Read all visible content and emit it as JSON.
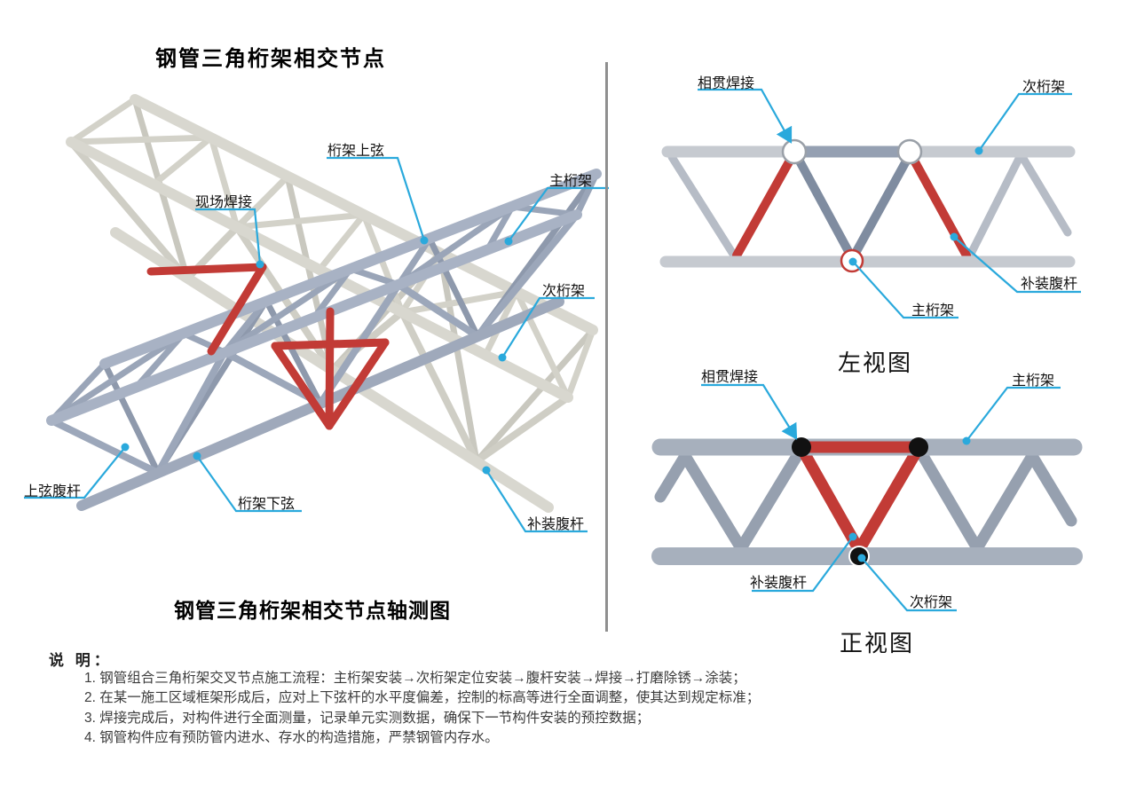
{
  "title": "钢管三角桁架相交节点",
  "axon_view": {
    "caption": "钢管三角桁架相交节点轴测图",
    "labels": {
      "field_weld": "现场焊接",
      "top_chord": "桁架上弦",
      "main_truss": "主桁架",
      "secondary_truss": "次桁架",
      "top_chord_web": "上弦腹杆",
      "bottom_chord": "桁架下弦",
      "infill_web": "补装腹杆"
    }
  },
  "left_view": {
    "caption": "左视图",
    "labels": {
      "intersect_weld": "相贯焊接",
      "secondary_truss": "次桁架",
      "main_truss": "主桁架",
      "infill_web": "补装腹杆"
    }
  },
  "front_view": {
    "caption": "正视图",
    "labels": {
      "intersect_weld": "相贯焊接",
      "main_truss": "主桁架",
      "infill_web": "补装腹杆",
      "secondary_truss": "次桁架"
    }
  },
  "notes": {
    "heading": "说 明：",
    "items": [
      "1. 钢管组合三角桁架交叉节点施工流程：主桁架安装→次桁架定位安装→腹杆安装→焊接→打磨除锈→涂装；",
      "2. 在某一施工区域框架形成后，应对上下弦杆的水平度偏差，控制的标高等进行全面调整，使其达到规定标准；",
      "3. 焊接完成后，对构件进行全面测量，记录单元实测数据，确保下一节构件安装的预控数据；",
      "4. 钢管构件应有预防管内进水、存水的构造措施，严禁钢管内存水。"
    ]
  },
  "colors": {
    "leader": "#2aa9dc",
    "red_member": "#c23b36",
    "main_truss_gray": "#a8b2c4",
    "secondary_truss_white": "#d8d7cf",
    "dark_web": "#7f8ca0",
    "light_chord": "#c6cad0"
  }
}
